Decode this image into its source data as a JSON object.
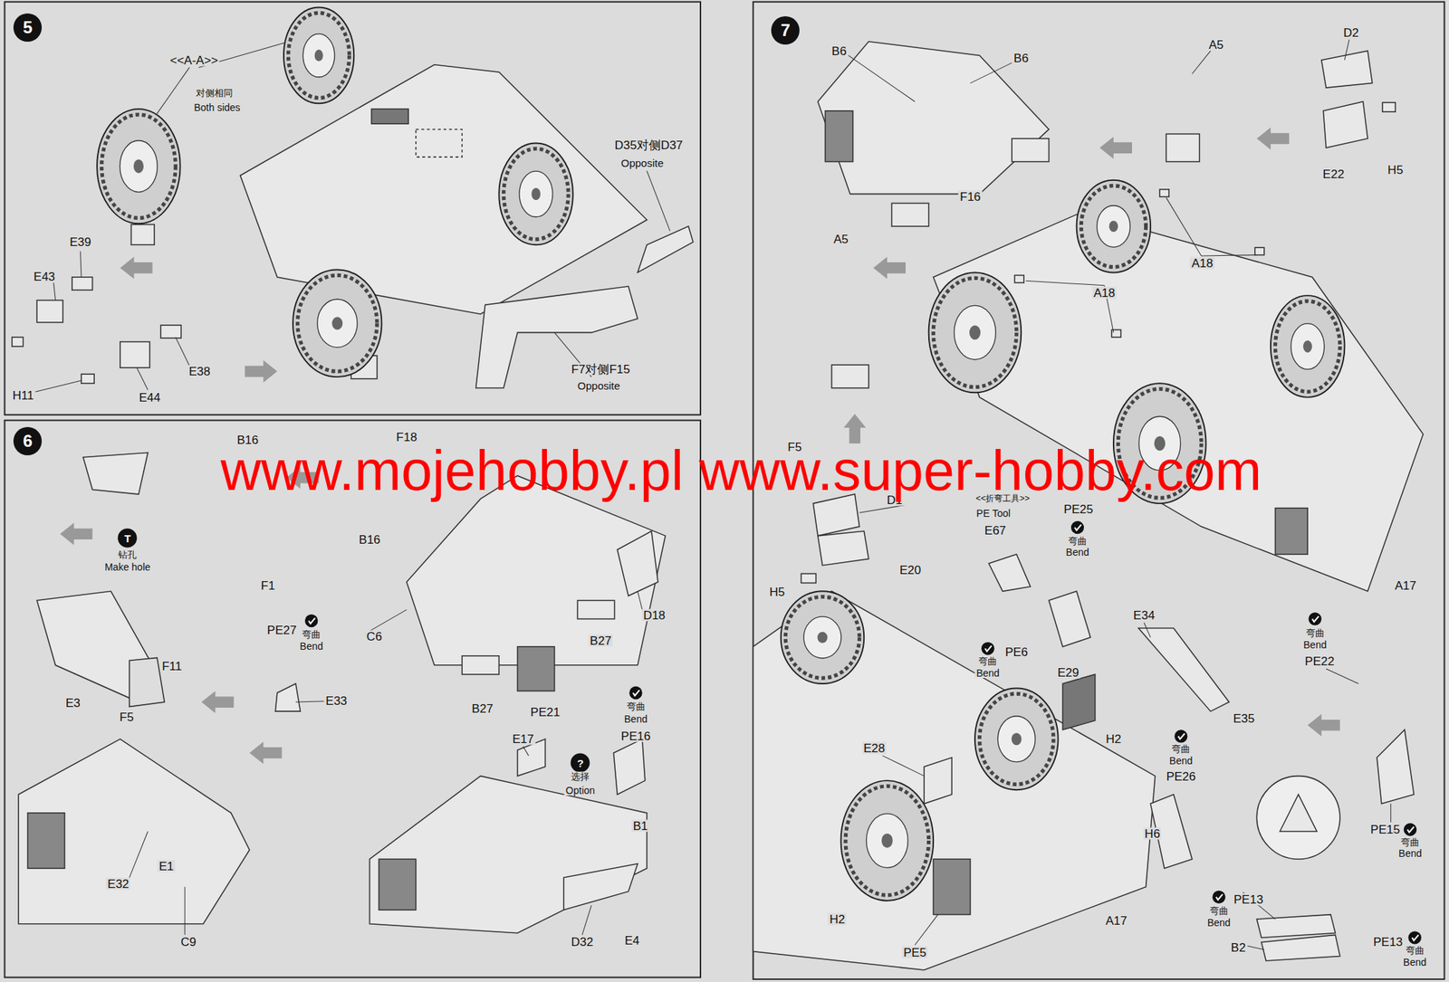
{
  "diagram": {
    "nodes": [
      {
        "text": [
          "5"
        ]
      },
      {
        "text": [
          "6"
        ]
      },
      {
        "text": [
          "T"
        ]
      },
      {
        "text": [
          "?"
        ]
      },
      {
        "text": [
          "7"
        ]
      }
    ],
    "labels": [
      "<<A-A>>",
      "对侧相同",
      "Both sides",
      "D35对侧D37",
      "Opposite",
      "E39",
      "E43",
      "E38",
      "H11",
      "E44",
      "F7对侧F15",
      "Opposite",
      "B16",
      "F18",
      "钻孔",
      "Make hole",
      "B16",
      "F1",
      "PE27",
      "弯曲",
      "Bend",
      "E33",
      "C6",
      "D18",
      "B27",
      "B27",
      "PE21",
      "E3",
      "F5",
      "F11",
      "E17",
      "选择",
      "Option",
      "弯曲",
      "Bend",
      "PE16",
      "B1",
      "E32",
      "E1",
      "C9",
      "D32",
      "E4",
      "B6",
      "B6",
      "A5",
      "D2",
      "F16",
      "E22",
      "H5",
      "A18",
      "A18",
      "A5",
      "F5",
      "D1",
      "<<折弯工具>>",
      "PE Tool",
      "E67",
      "PE25",
      "弯曲",
      "Bend",
      "E20",
      "H5",
      "A17",
      "弯曲",
      "Bend",
      "PE22",
      "E34",
      "PE6",
      "弯曲",
      "Bend",
      "E29",
      "E35",
      "E28",
      "H2",
      "弯曲",
      "Bend",
      "PE26",
      "H6",
      "PE15",
      "弯曲",
      "Bend",
      "H2",
      "A17",
      "PE13",
      "弯曲",
      "Bend",
      "PE13",
      "弯曲",
      "Bend",
      "B2",
      "PE5",
      "www.mojehobby.pl www.super-hobby.com"
    ]
  }
}
